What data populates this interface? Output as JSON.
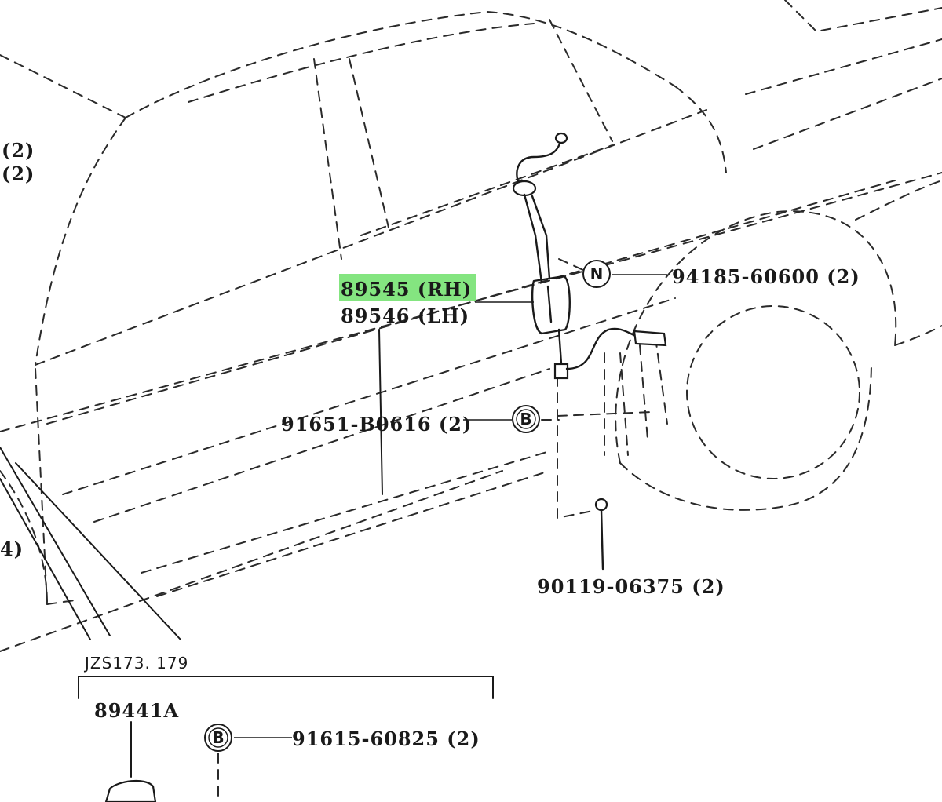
{
  "labels": {
    "sensor_rh": "89545 (RH)",
    "sensor_lh": "89546 (LH)",
    "clip_n": "94185-60600 (2)",
    "bolt_b": "91651-B0616 (2)",
    "bolt_bottom": "90119-06375 (2)",
    "model_range": "JZS173. 179",
    "sub_part": "89441A",
    "sub_bolt": "91615-60825 (2)",
    "edge_top_1": "(2)",
    "edge_top_2": "(2)",
    "edge_left": "4)"
  },
  "codes": {
    "n": "N",
    "b1": "B",
    "b2": "B"
  },
  "colors": {
    "highlight": "#6ee06a",
    "ink": "#1a1a1a"
  }
}
